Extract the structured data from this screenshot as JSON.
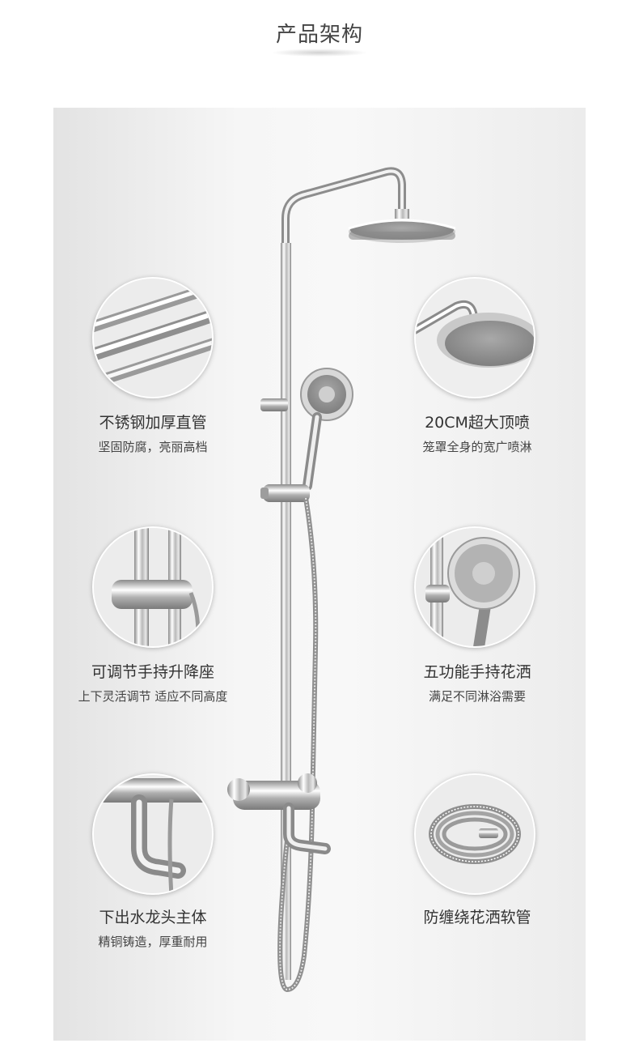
{
  "page": {
    "title": "产品架构"
  },
  "features": [
    {
      "title": "不锈钢加厚直管",
      "subtitle": "坚固防腐，亮丽高档"
    },
    {
      "title": "20CM超大顶喷",
      "subtitle": "笼罩全身的宽广喷淋"
    },
    {
      "title": "可调节手持升降座",
      "subtitle": "上下灵活调节 适应不同高度"
    },
    {
      "title": "五功能手持花洒",
      "subtitle": "满足不同淋浴需要"
    },
    {
      "title": "下出水龙头主体",
      "subtitle": "精铜铸造，厚重耐用"
    },
    {
      "title": "防缠绕花洒软管",
      "subtitle": ""
    }
  ]
}
